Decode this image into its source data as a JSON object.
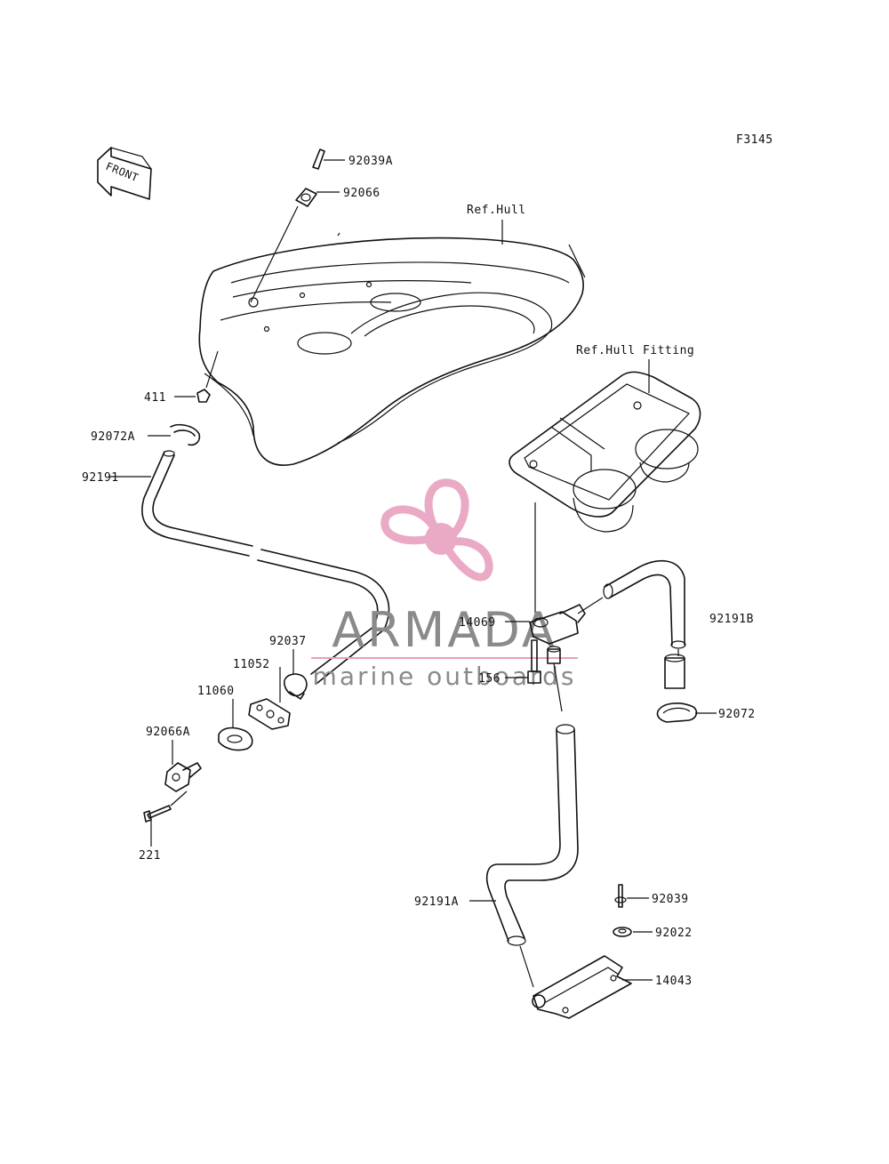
{
  "figure_code": "F3145",
  "front_label": "FRONT",
  "labels": {
    "p92039A": "92039A",
    "p92066": "92066",
    "ref_hull": "Ref.Hull",
    "ref_hull_fitting": "Ref.Hull Fitting",
    "p411": "411",
    "p92072A": "92072A",
    "p92191": "92191",
    "p14069": "14069",
    "p92191B": "92191B",
    "p92037": "92037",
    "p11052": "11052",
    "p11060": "11060",
    "p156": "156",
    "p92072": "92072",
    "p92066A": "92066A",
    "p221": "221",
    "p92191A": "92191A",
    "p92039": "92039",
    "p92022": "92022",
    "p14043": "14043"
  },
  "watermark": {
    "brand": "ARMADA",
    "tagline": "marine outboards",
    "color": "#e8a0bf",
    "text_color": "#8a8a8a"
  }
}
